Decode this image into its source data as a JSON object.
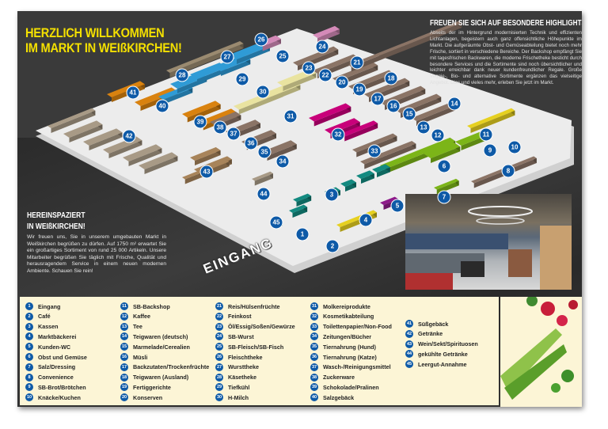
{
  "header": {
    "title_line1": "HERZLICH WILLKOMMEN",
    "title_line2": "IM MARKT IN WEIßKIRCHEN!"
  },
  "intro": {
    "heading_line1": "HEREINSPAZIERT",
    "heading_line2": "IN WEIßKIRCHEN!",
    "text": "Wir freuen uns, Sie in unserem umgebauten Markt in Weißkirchen begrüßen zu dürfen. Auf 1750 m² erwartet Sie ein großartiges Sortiment von rund 25 000 Artikeln. Unsere Mitarbeiter begrüßen Sie täglich mit Frische, Qualität und herausragendem Service in einem neuen modernen Ambiente. Schauen Sie rein!"
  },
  "highlights": {
    "heading": "FREUEN SIE SICH AUF BESONDERE HIGHLIGHTS",
    "text": "Abseits der im Hintergrund modernisierten Technik und effizienten Lichtanlagen, begeistern auch ganz offensichtliche Höhepunkte im Markt. Die aufgeräumte Obst- und Gemüseabteilung bietet noch mehr Frische, sortiert in verschiedene Bereiche. Der Backshop empfängt Sie mit tagesfrischen Backwaren, die moderne Frischetheke besticht durch besondere Services und die Sortimente sind noch übersichtlicher und leichter erreichbar dank neuer kundenfreundlicher Regale. Große Veggie-, Bio- und alternative Sortimente ergänzen das vielseitige Angebot. Dies und vieles mehr, erleben Sie jetzt im Markt."
  },
  "map": {
    "entrance_label": "EINGANG"
  },
  "colors": {
    "background": "#3a3a3a",
    "title": "#f4e000",
    "marker": "#0e5aa7",
    "legend_bg": "#fcf5d6"
  },
  "legend": {
    "items": [
      {
        "num": "1",
        "label": "Eingang"
      },
      {
        "num": "2",
        "label": "Café"
      },
      {
        "num": "3",
        "label": "Kassen"
      },
      {
        "num": "4",
        "label": "Marktbäckerei"
      },
      {
        "num": "5",
        "label": "Kunden-WC"
      },
      {
        "num": "6",
        "label": "Obst und Gemüse"
      },
      {
        "num": "7",
        "label": "Salz/Dressing"
      },
      {
        "num": "8",
        "label": "Convenience"
      },
      {
        "num": "9",
        "label": "SB-Brot/Brötchen"
      },
      {
        "num": "10",
        "label": "Knäcke/Kuchen"
      },
      {
        "num": "11",
        "label": "SB-Backshop"
      },
      {
        "num": "12",
        "label": "Kaffee"
      },
      {
        "num": "13",
        "label": "Tee"
      },
      {
        "num": "14",
        "label": "Teigwaren (deutsch)"
      },
      {
        "num": "15",
        "label": "Marmelade/Cerealien"
      },
      {
        "num": "16",
        "label": "Müsli"
      },
      {
        "num": "17",
        "label": "Backzutaten/Trockenfrüchte"
      },
      {
        "num": "18",
        "label": "Teigwaren (Ausland)"
      },
      {
        "num": "19",
        "label": "Fertiggerichte"
      },
      {
        "num": "20",
        "label": "Konserven"
      },
      {
        "num": "21",
        "label": "Reis/Hülsenfrüchte"
      },
      {
        "num": "22",
        "label": "Feinkost"
      },
      {
        "num": "23",
        "label": "Öl/Essig/Soßen/Gewürze"
      },
      {
        "num": "24",
        "label": "SB-Wurst"
      },
      {
        "num": "25",
        "label": "SB-Fleisch/SB-Fisch"
      },
      {
        "num": "26",
        "label": "Fleischtheke"
      },
      {
        "num": "27",
        "label": "Wursttheke"
      },
      {
        "num": "28",
        "label": "Käsetheke"
      },
      {
        "num": "29",
        "label": "Tiefkühl"
      },
      {
        "num": "30",
        "label": "H-Milch"
      },
      {
        "num": "31",
        "label": "Molkereiprodukte"
      },
      {
        "num": "32",
        "label": "Kosmetikabteilung"
      },
      {
        "num": "33",
        "label": "Toilettenpapier/Non-Food"
      },
      {
        "num": "34",
        "label": "Zeitungen/Bücher"
      },
      {
        "num": "35",
        "label": "Tiernahrung (Hund)"
      },
      {
        "num": "36",
        "label": "Tiernahrung (Katze)"
      },
      {
        "num": "37",
        "label": "Wasch-/Reinigungsmittel"
      },
      {
        "num": "38",
        "label": "Zuckerware"
      },
      {
        "num": "39",
        "label": "Schokolade/Pralinen"
      },
      {
        "num": "40",
        "label": "Salzgebäck"
      },
      {
        "num": "41",
        "label": "Süßgebäck"
      },
      {
        "num": "42",
        "label": "Getränke"
      },
      {
        "num": "43",
        "label": "Wein/Sekt/Spirituosen"
      },
      {
        "num": "44",
        "label": "gekühlte Getränke"
      },
      {
        "num": "45",
        "label": "Leergut-Annahme"
      }
    ]
  }
}
